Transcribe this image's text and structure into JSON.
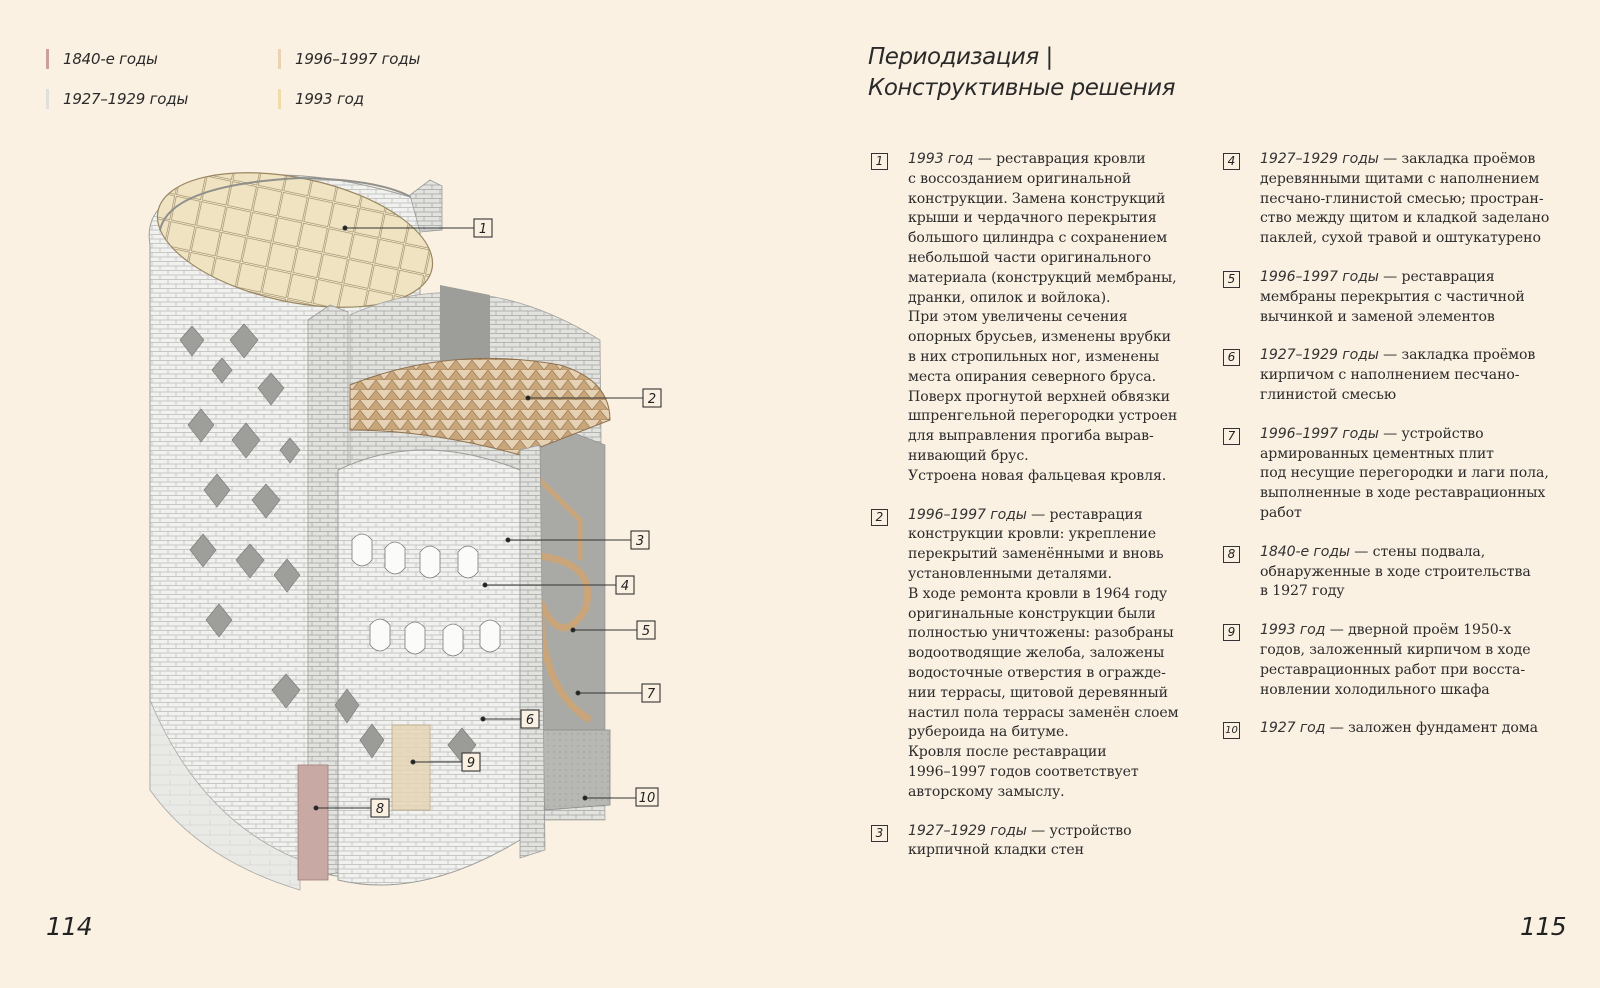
{
  "legend": [
    {
      "label": "1840-е годы",
      "color": "#c9a09a"
    },
    {
      "label": "1927–1929 годы",
      "color": "#dfe0dd"
    },
    {
      "label": "1996–1997 годы",
      "color": "#ead3b2"
    },
    {
      "label": "1993 год",
      "color": "#eedcab"
    }
  ],
  "title": {
    "line1": "Периодизация |",
    "line2": "Конструктивные решения"
  },
  "callouts": [
    "1",
    "2",
    "3",
    "4",
    "5",
    "6",
    "7",
    "8",
    "9",
    "10"
  ],
  "notes": [
    {
      "num": "1",
      "date": "1993 год",
      "lines": [
        " — реставрация кровли",
        "с воссозданием оригинальной",
        "конструкции. Замена конструкций",
        "крыши и чердачного перекрытия",
        "большого цилиндра с сохранением",
        "небольшой части оригинального",
        "материала (конструкций мембраны,",
        "дранки, опилок и войлока).",
        "При этом увеличены сечения",
        "опорных брусьев, изменены врубки",
        "в них стропильных ног, изменены",
        "места опирания северного бруса.",
        "Поверх прогнутой верхней обвязки",
        "шпренгельной перегородки устроен",
        "для выправления прогиба вырав-",
        "нивающий брус.",
        "Устроена новая фальцевая кровля."
      ]
    },
    {
      "num": "2",
      "date": "1996–1997 годы",
      "lines": [
        " — реставрация",
        "конструкции кровли: укрепление",
        "перекрытий заменёнными и вновь",
        "установленными деталями.",
        "В ходе ремонта кровли в 1964 году",
        "оригинальные конструкции были",
        "полностью уничтожены: разобраны",
        "водоотводящие желоба, заложены",
        "водосточные отверстия в огражде-",
        "нии террасы, щитовой деревянный",
        "настил пола террасы заменён слоем",
        "рубероида на битуме.",
        "Кровля после реставрации",
        "1996–1997 годов соответствует",
        "авторскому замыслу."
      ]
    },
    {
      "num": "3",
      "date": "1927–1929 годы",
      "lines": [
        " — устройство",
        "кирпичной кладки стен"
      ]
    },
    {
      "num": "4",
      "date": "1927–1929 годы",
      "lines": [
        " — закладка проёмов",
        "деревянными щитами с наполнением",
        "песчано-глинистой смесью; простран-",
        "ство между щитом и кладкой заделано",
        "паклей, сухой травой и оштукатурено"
      ]
    },
    {
      "num": "5",
      "date": "1996–1997 годы",
      "lines": [
        " — реставрация",
        "мембраны перекрытия с частичной",
        "вычинкой и заменой элементов"
      ]
    },
    {
      "num": "6",
      "date": "1927–1929 годы",
      "lines": [
        " — закладка проёмов",
        "кирпичом с наполнением песчано-",
        "глинистой смесью"
      ]
    },
    {
      "num": "7",
      "date": "1996–1997 годы",
      "lines": [
        " — устройство",
        "армированных цементных плит",
        "под несущие перегородки и лаги пола,",
        "выполненные в ходе реставрационных",
        "работ"
      ]
    },
    {
      "num": "8",
      "date": "1840-е годы",
      "lines": [
        " — стены подвала,",
        "обнаруженные в ходе строительства",
        "в 1927 году"
      ]
    },
    {
      "num": "9",
      "date": "1993 год",
      "lines": [
        " — дверной проём 1950-х",
        "годов, заложенный кирпичом в ходе",
        "реставрационных работ при восста-",
        "новлении холодильного шкафа"
      ]
    },
    {
      "num": "10",
      "date": "1927 год",
      "lines": [
        " — заложен фундамент дома"
      ]
    }
  ],
  "page_numbers": {
    "left": "114",
    "right": "115"
  }
}
